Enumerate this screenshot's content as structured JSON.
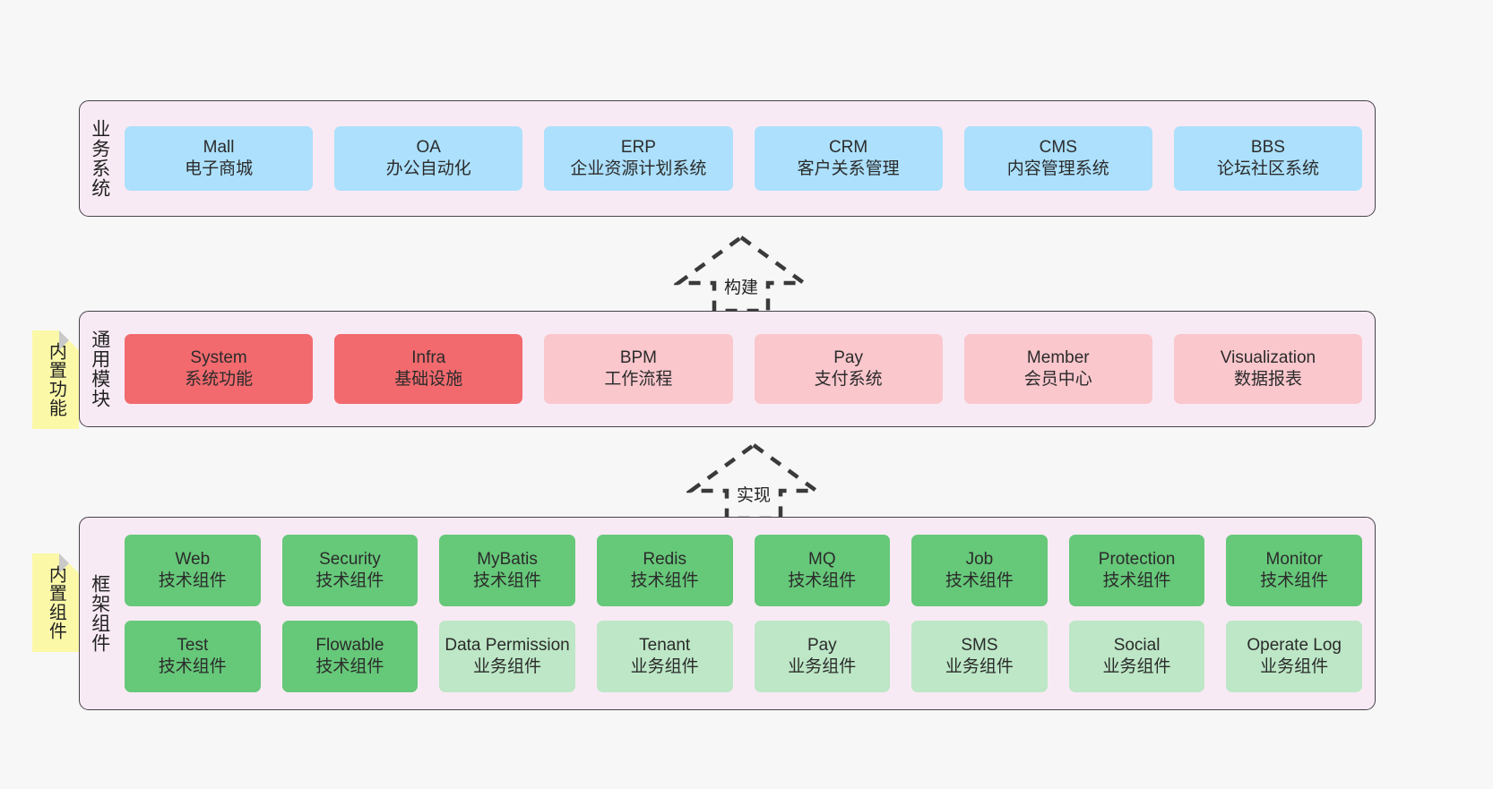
{
  "diagram": {
    "type": "layered-architecture",
    "background": "#f7f7f7"
  },
  "colors": {
    "layer_bg": "#f8eaf4",
    "layer_border": "#46424a",
    "business_card": "#ace0fc",
    "module_core": "#f26a6e",
    "module_extra": "#fac7cd",
    "tech_component": "#66c879",
    "biz_component": "#bde7c6",
    "sticky_note": "#fbf8a8",
    "sticky_fold": "#c9c9c9"
  },
  "notes": [
    {
      "id": "note-functions",
      "text": "内置功能"
    },
    {
      "id": "note-components",
      "text": "内置组件"
    }
  ],
  "arrows": [
    {
      "id": "arrow-build",
      "label": "构建",
      "style": "dashed-hollow-up"
    },
    {
      "id": "arrow-impl",
      "label": "实现",
      "style": "dashed-hollow-up"
    }
  ],
  "layers": [
    {
      "id": "business",
      "title": "业务系统",
      "rows": [
        {
          "cards": [
            {
              "en": "Mall",
              "cn": "电子商城",
              "color": "c-blue"
            },
            {
              "en": "OA",
              "cn": "办公自动化",
              "color": "c-blue"
            },
            {
              "en": "ERP",
              "cn": "企业资源计划系统",
              "color": "c-blue"
            },
            {
              "en": "CRM",
              "cn": "客户关系管理",
              "color": "c-blue"
            },
            {
              "en": "CMS",
              "cn": "内容管理系统",
              "color": "c-blue"
            },
            {
              "en": "BBS",
              "cn": "论坛社区系统",
              "color": "c-blue"
            }
          ]
        }
      ]
    },
    {
      "id": "modules",
      "title": "通用模块",
      "rows": [
        {
          "cards": [
            {
              "en": "System",
              "cn": "系统功能",
              "color": "c-red"
            },
            {
              "en": "Infra",
              "cn": "基础设施",
              "color": "c-red"
            },
            {
              "en": "BPM",
              "cn": "工作流程",
              "color": "c-pink"
            },
            {
              "en": "Pay",
              "cn": "支付系统",
              "color": "c-pink"
            },
            {
              "en": "Member",
              "cn": "会员中心",
              "color": "c-pink"
            },
            {
              "en": "Visualization",
              "cn": "数据报表",
              "color": "c-pink"
            }
          ]
        }
      ]
    },
    {
      "id": "framework",
      "title": "框架组件",
      "rows": [
        {
          "cards": [
            {
              "en": "Web",
              "cn": "技术组件",
              "color": "c-green"
            },
            {
              "en": "Security",
              "cn": "技术组件",
              "color": "c-green"
            },
            {
              "en": "MyBatis",
              "cn": "技术组件",
              "color": "c-green"
            },
            {
              "en": "Redis",
              "cn": "技术组件",
              "color": "c-green"
            },
            {
              "en": "MQ",
              "cn": "技术组件",
              "color": "c-green"
            },
            {
              "en": "Job",
              "cn": "技术组件",
              "color": "c-green"
            },
            {
              "en": "Protection",
              "cn": "技术组件",
              "color": "c-green"
            },
            {
              "en": "Monitor",
              "cn": "技术组件",
              "color": "c-green"
            }
          ]
        },
        {
          "cards": [
            {
              "en": "Test",
              "cn": "技术组件",
              "color": "c-green"
            },
            {
              "en": "Flowable",
              "cn": "技术组件",
              "color": "c-green"
            },
            {
              "en": "Data Permission",
              "cn": "业务组件",
              "color": "c-lightgreen"
            },
            {
              "en": "Tenant",
              "cn": "业务组件",
              "color": "c-lightgreen"
            },
            {
              "en": "Pay",
              "cn": "业务组件",
              "color": "c-lightgreen"
            },
            {
              "en": "SMS",
              "cn": "业务组件",
              "color": "c-lightgreen"
            },
            {
              "en": "Social",
              "cn": "业务组件",
              "color": "c-lightgreen"
            },
            {
              "en": "Operate Log",
              "cn": "业务组件",
              "color": "c-lightgreen"
            }
          ]
        }
      ]
    }
  ]
}
